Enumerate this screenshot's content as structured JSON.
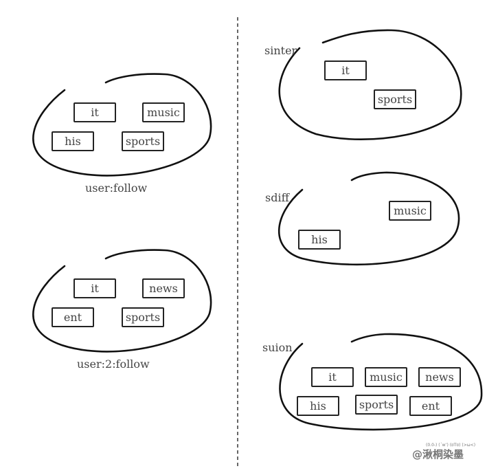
{
  "left": [
    {
      "label": "user:follow",
      "items": [
        "it",
        "music",
        "his",
        "sports"
      ]
    },
    {
      "label": "user:2:follow",
      "items": [
        "it",
        "news",
        "ent",
        "sports"
      ]
    }
  ],
  "right": [
    {
      "label": "sinter",
      "items": [
        "it",
        "sports"
      ]
    },
    {
      "label": "sdiff",
      "items": [
        "music",
        "his"
      ]
    },
    {
      "label": "suion",
      "items": [
        "it",
        "music",
        "news",
        "his",
        "sports",
        "ent"
      ]
    }
  ],
  "watermark": {
    "emoticons": "(0.0-) (´w’) (ʊTʊ) (>ω<)",
    "name": "@湫桐染墨"
  }
}
